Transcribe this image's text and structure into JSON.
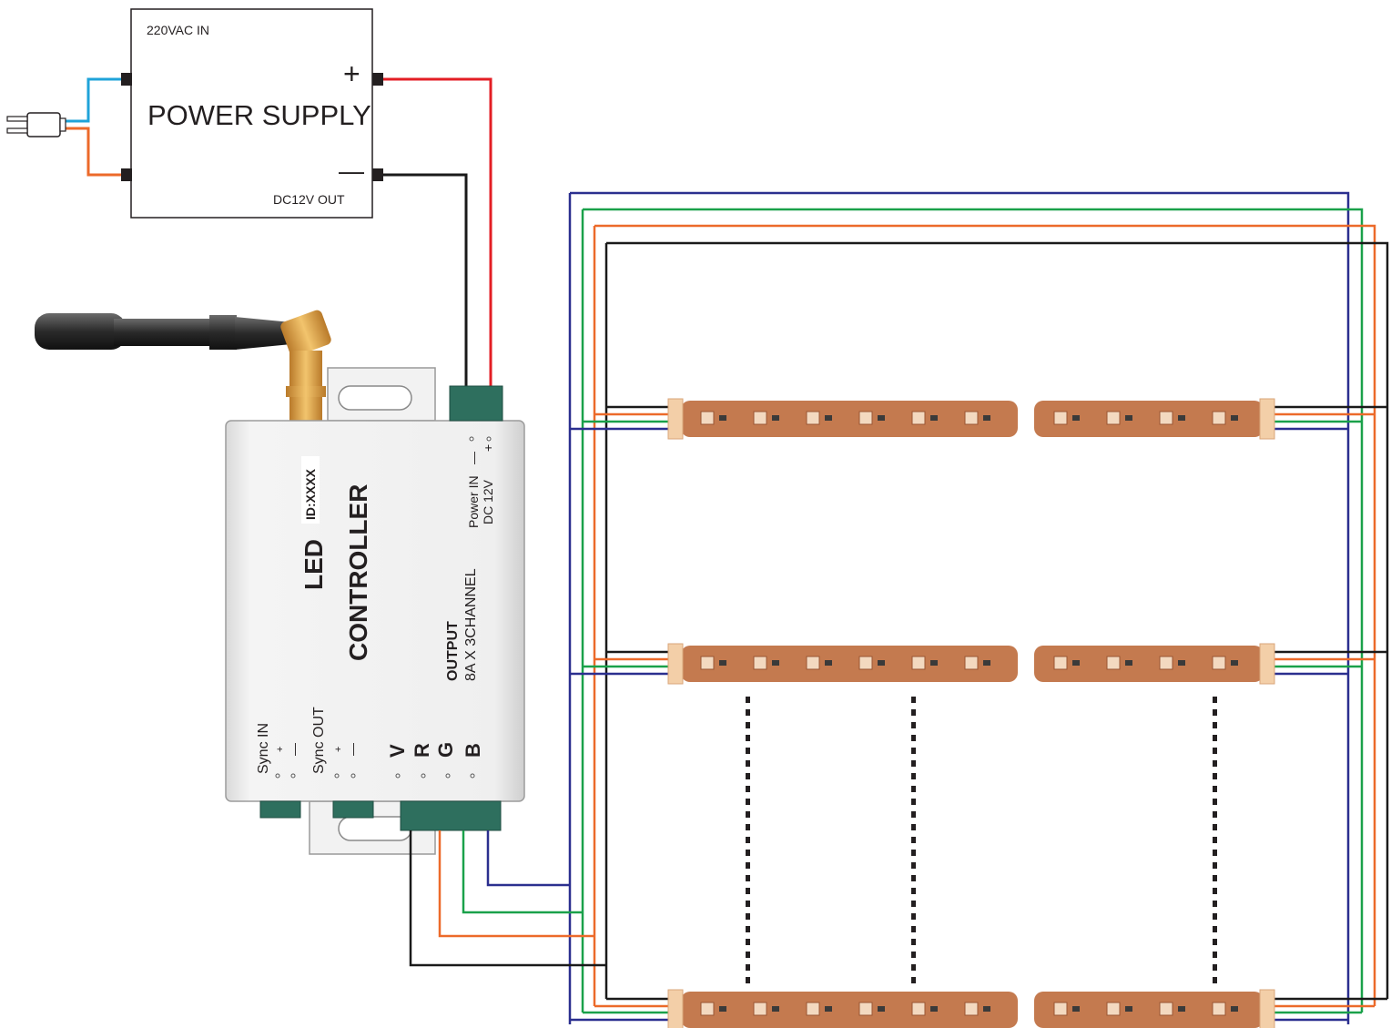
{
  "power_supply": {
    "input_label": "220VAC IN",
    "title": "POWER SUPPLY",
    "output_label": "DC12V OUT",
    "plus_symbol": "+",
    "minus_symbol": "—"
  },
  "controller": {
    "line1": "LED",
    "line2": "CONTROLLER",
    "id_label": "ID:XXXX",
    "power_in_line1": "Power IN",
    "power_in_line2": "DC 12V",
    "power_minus": "—",
    "power_plus": "+",
    "output_line1": "OUTPUT",
    "output_line2": "8A X 3CHANNEL",
    "sync_in": "Sync IN",
    "sync_out": "Sync OUT",
    "sync_minus": "—",
    "sync_plus": "+",
    "channels": [
      "V",
      "R",
      "G",
      "B"
    ]
  },
  "colors": {
    "red_wire": "#e31e24",
    "black_wire": "#1a1a1a",
    "blue_ac_wire": "#1fa3d9",
    "orange_wire": "#ec6a2a",
    "green_wire": "#1aa14a",
    "blue_wire": "#2b2f8f",
    "strip_copper": "#c47a4f",
    "terminal_green": "#2e6f5e",
    "antenna_gold": "#d99a3e"
  }
}
